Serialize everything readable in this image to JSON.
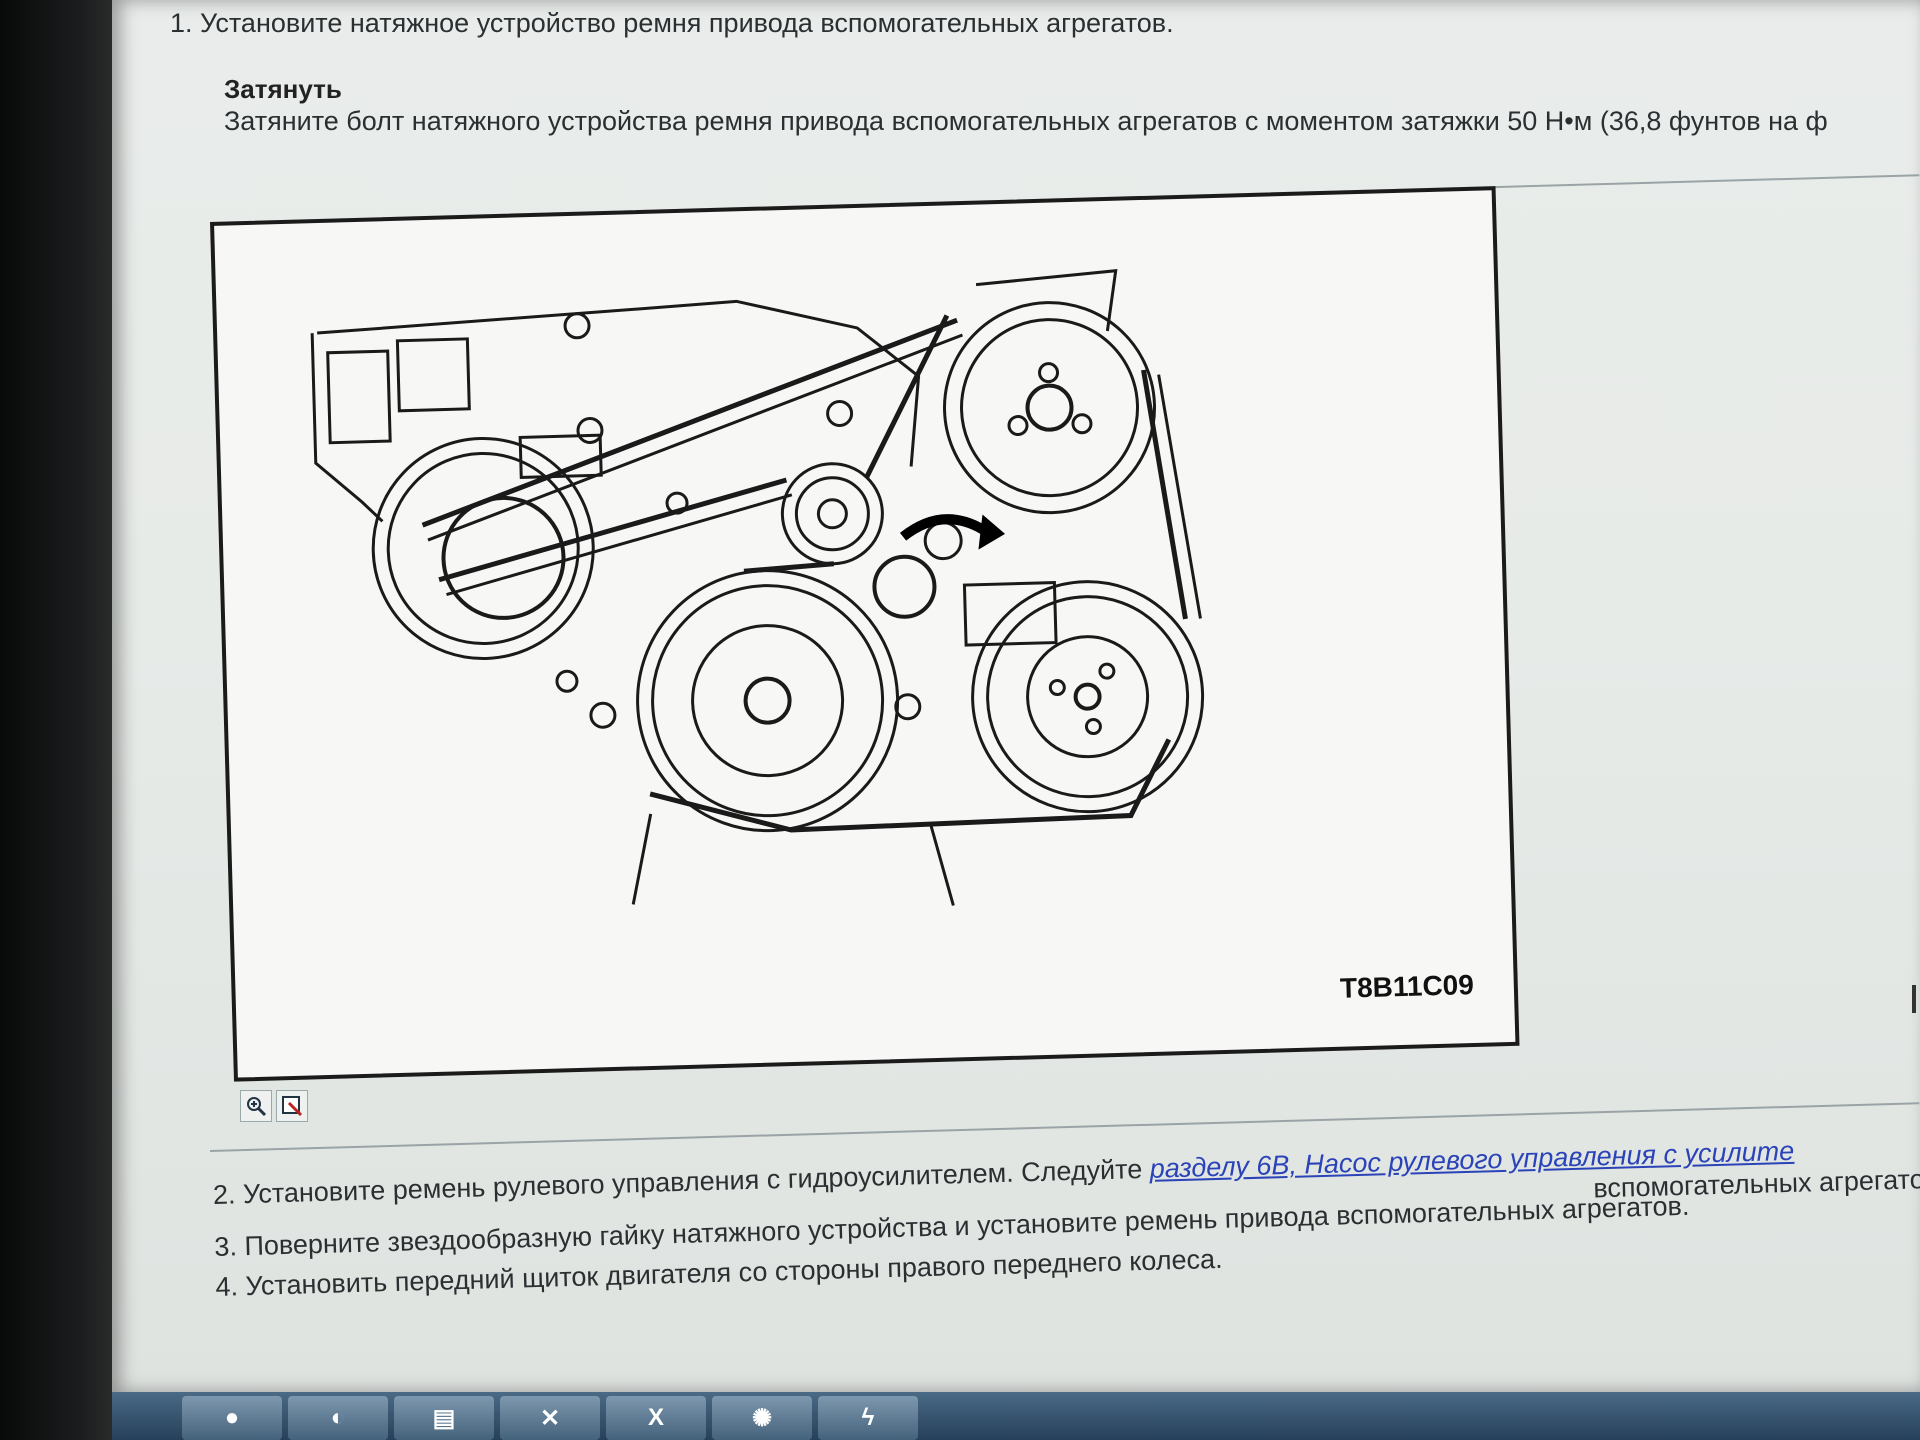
{
  "steps": {
    "step1": "1. Установите натяжное устройство ремня привода вспомогательных агрегатов.",
    "tighten_title": "Затянуть",
    "tighten_text": "Затяните болт натяжного устройства ремня привода вспомогательных агрегатов с моментом затяжки 50 Н•м (36,8 фунтов на ф",
    "step2_prefix": "2. Установите ремень рулевого управления с гидроусилителем. Следуйте ",
    "step2_link": "разделу 6B, Насос рулевого управления с усилите",
    "step2b": "вспомогательных агрегатов.",
    "step3": "3. Поверните звездообразную гайку натяжного устройства и установите ремень привода вспомогательных агрегатов.",
    "step4": "4. Установить передний щиток двигателя со стороны правого переднего колеса."
  },
  "figure": {
    "caption": "T8B11C09"
  },
  "toolbar": {
    "zoom_icon": "magnifier-plus-icon",
    "edit_icon": "edit-image-icon"
  },
  "taskbar": {
    "items": [
      "start",
      "browser",
      "folder",
      "app-x",
      "excel",
      "media",
      "flash"
    ]
  },
  "colors": {
    "link": "#2a43b8",
    "screen_bg": "#e7ebe8",
    "taskbar": "#26405a"
  }
}
